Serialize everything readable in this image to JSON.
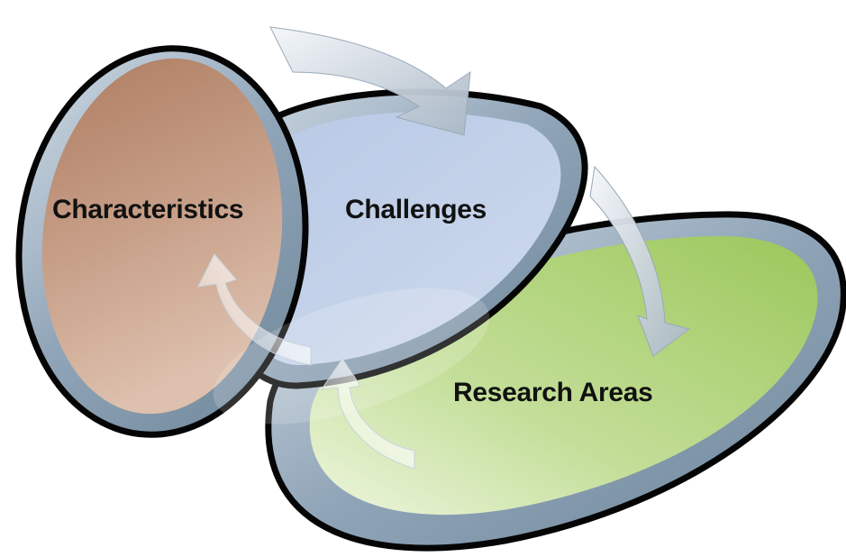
{
  "diagram": {
    "nodes": [
      {
        "id": "characteristics",
        "label": "Characteristics",
        "color": "#b98c72"
      },
      {
        "id": "challenges",
        "label": "Challenges",
        "color": "#c4d3ec"
      },
      {
        "id": "research_areas",
        "label": "Research Areas",
        "color": "#a7cd6a"
      }
    ],
    "edges": [
      {
        "from": "characteristics",
        "to": "challenges"
      },
      {
        "from": "challenges",
        "to": "research_areas"
      },
      {
        "from": "research_areas",
        "to": "characteristics"
      }
    ],
    "ring_color": "#8ea3b6",
    "outline_color": "#050505"
  }
}
